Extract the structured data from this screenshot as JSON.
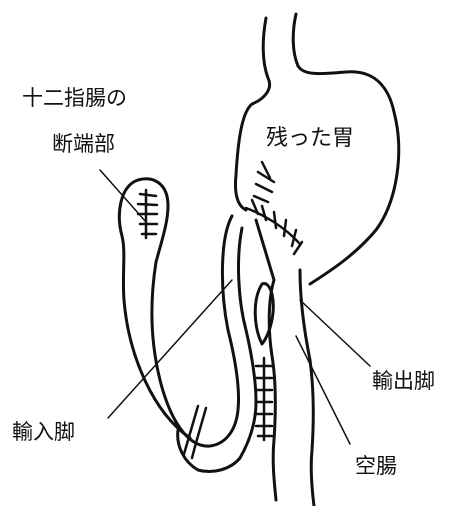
{
  "labels": {
    "duodenal_stump_line1": "十二指腸の",
    "duodenal_stump_line2": "断端部",
    "remnant_stomach": "残った胃",
    "efferent_limb": "輸出脚",
    "afferent_limb": "輸入脚",
    "jejunum": "空腸"
  },
  "colors": {
    "ink": "#111111",
    "background": "#ffffff"
  }
}
